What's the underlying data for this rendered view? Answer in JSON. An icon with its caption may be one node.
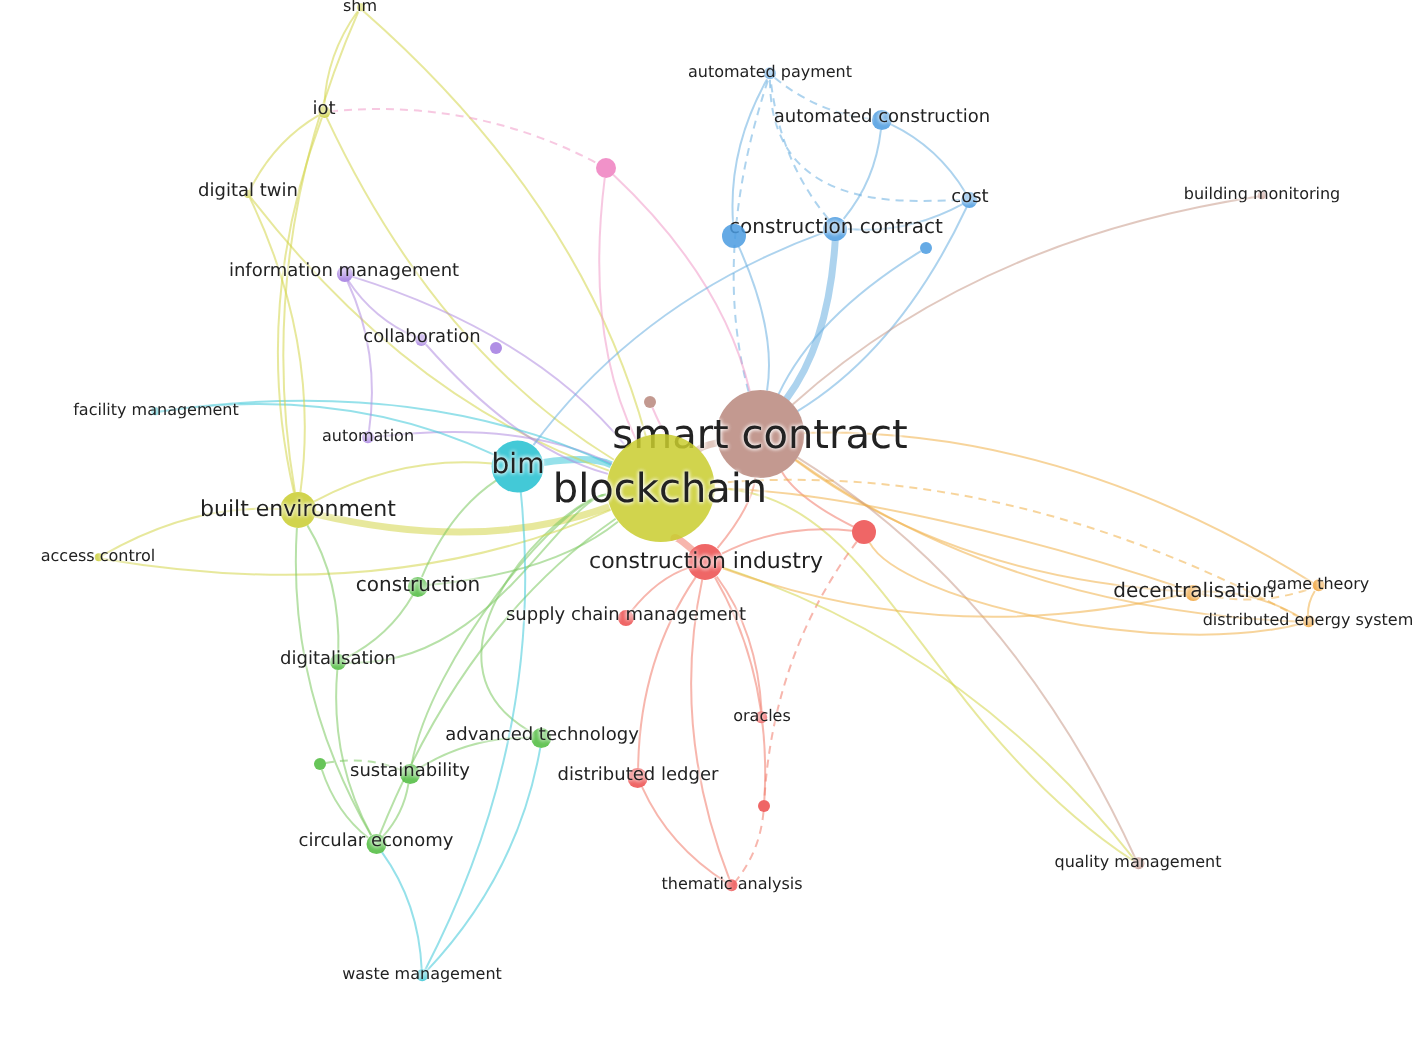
{
  "diagram": {
    "nodes": [
      {
        "text": [
          "shm"
        ]
      },
      {
        "text": [
          "iot"
        ]
      },
      {
        "text": [
          "digital twin"
        ]
      },
      {
        "text": [],
        "shape": "circle"
      },
      {
        "text": [
          "automated payment"
        ]
      },
      {
        "text": [
          "automated construction"
        ]
      },
      {
        "text": [
          "cost"
        ]
      },
      {
        "text": [
          "building monitoring"
        ]
      },
      {
        "text": [
          "information management"
        ]
      },
      {
        "text": [
          "construction contract"
        ]
      },
      {
        "text": [],
        "shape": "circle"
      },
      {
        "text": [],
        "shape": "circle"
      },
      {
        "text": [
          "collaboration"
        ]
      },
      {
        "text": [],
        "shape": "circle"
      },
      {
        "text": [
          "facility management"
        ]
      },
      {
        "text": [],
        "shape": "circle"
      },
      {
        "text": [
          "automation"
        ]
      },
      {
        "text": [
          "bim"
        ]
      },
      {
        "text": [
          "smart contract"
        ]
      },
      {
        "text": [
          "blockchain"
        ]
      },
      {
        "text": [
          "built environment"
        ]
      },
      {
        "text": [],
        "shape": "circle"
      },
      {
        "text": [
          "construction industry"
        ]
      },
      {
        "text": [
          "access control"
        ]
      },
      {
        "text": [
          "decentralisation"
        ]
      },
      {
        "text": [
          "game theory"
        ]
      },
      {
        "text": [
          "distributed energy system"
        ]
      },
      {
        "text": [
          "construction"
        ]
      },
      {
        "text": [
          "supply chain management"
        ]
      },
      {
        "text": [
          "digitalisation"
        ]
      },
      {
        "text": [
          "oracles"
        ]
      },
      {
        "text": [
          "advanced technology"
        ]
      },
      {
        "text": [],
        "shape": "circle"
      },
      {
        "text": [
          "sustainability"
        ]
      },
      {
        "text": [
          "distributed ledger"
        ]
      },
      {
        "text": [],
        "shape": "circle"
      },
      {
        "text": [
          "circular economy"
        ]
      },
      {
        "text": [
          "thematic analysis"
        ]
      },
      {
        "text": [
          "quality management"
        ]
      },
      {
        "text": [
          "waste management"
        ]
      }
    ],
    "edges": [
      {
        "from": 19,
        "to": 18,
        "arrow": "none",
        "style": "thick",
        "color": "#c89a8a"
      },
      {
        "from": 19,
        "to": 17,
        "arrow": "none",
        "style": "thick",
        "color": "#40c8d8"
      },
      {
        "from": 19,
        "to": 20,
        "arrow": "none",
        "style": "thick",
        "color": "#d4d64a"
      },
      {
        "from": 19,
        "to": 22,
        "arrow": "none",
        "style": "thick",
        "color": "#f07a6a"
      },
      {
        "from": 18,
        "to": 22,
        "arrow": "none",
        "color": "#f07a6a"
      },
      {
        "from": 18,
        "to": 9,
        "arrow": "none",
        "style": "thick",
        "color": "#6aaee0"
      },
      {
        "from": 4,
        "to": 6,
        "arrow": "none",
        "style": "dashed",
        "color": "#6aaee0"
      },
      {
        "from": 18,
        "to": 6,
        "arrow": "none",
        "color": "#6aaee0"
      },
      {
        "from": 18,
        "to": 4,
        "arrow": "none",
        "style": "dashed",
        "color": "#6aaee0"
      },
      {
        "from": 18,
        "to": 10,
        "arrow": "none",
        "color": "#6aaee0"
      },
      {
        "from": 18,
        "to": 11,
        "arrow": "none",
        "color": "#6aaee0"
      },
      {
        "from": 18,
        "to": 3,
        "arrow": "none",
        "color": "#f09ac8"
      },
      {
        "from": 18,
        "to": 7,
        "arrow": "none",
        "color": "#c89a8a"
      },
      {
        "from": 18,
        "to": 24,
        "arrow": "none",
        "color": "#f0b048"
      },
      {
        "from": 18,
        "to": 25,
        "arrow": "none",
        "color": "#f0b048"
      },
      {
        "from": 18,
        "to": 26,
        "arrow": "none",
        "color": "#f0b048"
      },
      {
        "from": 18,
        "to": 38,
        "arrow": "none",
        "color": "#c89a8a"
      },
      {
        "from": 18,
        "to": 21,
        "arrow": "none",
        "color": "#f07a6a"
      },
      {
        "from": 19,
        "to": 1,
        "arrow": "none",
        "color": "#d4d64a"
      },
      {
        "from": 19,
        "to": 0,
        "arrow": "none",
        "color": "#d4d64a"
      },
      {
        "from": 19,
        "to": 2,
        "arrow": "none",
        "color": "#d4d64a"
      },
      {
        "from": 19,
        "to": 8,
        "arrow": "none",
        "color": "#b08ce0"
      },
      {
        "from": 19,
        "to": 12,
        "arrow": "none",
        "color": "#b08ce0"
      },
      {
        "from": 19,
        "to": 16,
        "arrow": "none",
        "color": "#b08ce0"
      },
      {
        "from": 19,
        "to": 27,
        "arrow": "none",
        "color": "#7cc860"
      },
      {
        "from": 19,
        "to": 29,
        "arrow": "none",
        "color": "#7cc860"
      },
      {
        "from": 19,
        "to": 33,
        "arrow": "none",
        "color": "#7cc860"
      },
      {
        "from": 19,
        "to": 36,
        "arrow": "none",
        "color": "#7cc860"
      },
      {
        "from": 19,
        "to": 31,
        "arrow": "none",
        "color": "#7cc860"
      },
      {
        "from": 19,
        "to": 24,
        "arrow": "none",
        "color": "#f0b048"
      },
      {
        "from": 19,
        "to": 26,
        "arrow": "none",
        "style": "dashed",
        "color": "#f0b048"
      },
      {
        "from": 19,
        "to": 38,
        "arrow": "none",
        "color": "#d4d64a"
      },
      {
        "from": 19,
        "to": 3,
        "arrow": "none",
        "color": "#f09ac8"
      },
      {
        "from": 19,
        "to": 15,
        "arrow": "none",
        "color": "#f09ac8"
      },
      {
        "from": 19,
        "to": 23,
        "arrow": "none",
        "color": "#d4d64a"
      },
      {
        "from": 19,
        "to": 14,
        "arrow": "none",
        "color": "#40c8d8"
      },
      {
        "from": 36,
        "to": 39,
        "arrow": "none",
        "color": "#40c8d8"
      },
      {
        "from": 17,
        "to": 14,
        "arrow": "none",
        "color": "#40c8d8"
      },
      {
        "from": 17,
        "to": 39,
        "arrow": "none",
        "color": "#40c8d8"
      },
      {
        "from": 17,
        "to": 20,
        "arrow": "none",
        "color": "#d4d64a"
      },
      {
        "from": 17,
        "to": 9,
        "arrow": "none",
        "color": "#6aaee0"
      },
      {
        "from": 17,
        "to": 27,
        "arrow": "none",
        "color": "#7cc860"
      },
      {
        "from": 20,
        "to": 1,
        "arrow": "none",
        "color": "#d4d64a"
      },
      {
        "from": 20,
        "to": 23,
        "arrow": "none",
        "color": "#d4d64a"
      },
      {
        "from": 20,
        "to": 0,
        "arrow": "none",
        "color": "#d4d64a"
      },
      {
        "from": 20,
        "to": 2,
        "arrow": "none",
        "color": "#d4d64a"
      },
      {
        "from": 20,
        "to": 29,
        "arrow": "none",
        "color": "#7cc860"
      },
      {
        "from": 20,
        "to": 36,
        "arrow": "none",
        "color": "#7cc860"
      },
      {
        "from": 1,
        "to": 0,
        "arrow": "none",
        "color": "#d4d64a"
      },
      {
        "from": 1,
        "to": 2,
        "arrow": "none",
        "color": "#d4d64a"
      },
      {
        "from": 1,
        "to": 3,
        "arrow": "none",
        "style": "dashed",
        "color": "#f09ac8"
      },
      {
        "from": 8,
        "to": 12,
        "arrow": "none",
        "color": "#b08ce0"
      },
      {
        "from": 8,
        "to": 16,
        "arrow": "none",
        "color": "#b08ce0"
      },
      {
        "from": 9,
        "to": 5,
        "arrow": "none",
        "color": "#6aaee0"
      },
      {
        "from": 9,
        "to": 4,
        "arrow": "none",
        "style": "dashed",
        "color": "#6aaee0"
      },
      {
        "from": 9,
        "to": 6,
        "arrow": "none",
        "color": "#6aaee0"
      },
      {
        "from": 5,
        "to": 6,
        "arrow": "none",
        "color": "#6aaee0"
      },
      {
        "from": 4,
        "to": 5,
        "arrow": "none",
        "style": "dashed",
        "color": "#6aaee0"
      },
      {
        "from": 10,
        "to": 4,
        "arrow": "none",
        "color": "#6aaee0"
      },
      {
        "from": 22,
        "to": 28,
        "arrow": "none",
        "color": "#f07a6a"
      },
      {
        "from": 22,
        "to": 30,
        "arrow": "none",
        "color": "#f07a6a"
      },
      {
        "from": 22,
        "to": 34,
        "arrow": "none",
        "color": "#f07a6a"
      },
      {
        "from": 22,
        "to": 35,
        "arrow": "none",
        "color": "#f07a6a"
      },
      {
        "from": 22,
        "to": 37,
        "arrow": "none",
        "color": "#f07a6a"
      },
      {
        "from": 22,
        "to": 21,
        "arrow": "none",
        "color": "#f07a6a"
      },
      {
        "from": 34,
        "to": 37,
        "arrow": "none",
        "color": "#f07a6a"
      },
      {
        "from": 35,
        "to": 37,
        "arrow": "none",
        "style": "dashed",
        "color": "#f07a6a"
      },
      {
        "from": 21,
        "to": 35,
        "arrow": "none",
        "style": "dashed",
        "color": "#f07a6a"
      },
      {
        "from": 27,
        "to": 29,
        "arrow": "none",
        "color": "#7cc860"
      },
      {
        "from": 29,
        "to": 36,
        "arrow": "none",
        "color": "#7cc860"
      },
      {
        "from": 33,
        "to": 36,
        "arrow": "none",
        "color": "#7cc860"
      },
      {
        "from": 31,
        "to": 33,
        "arrow": "none",
        "color": "#7cc860"
      },
      {
        "from": 32,
        "to": 33,
        "arrow": "none",
        "style": "dashed",
        "color": "#7cc860"
      },
      {
        "from": 32,
        "to": 36,
        "arrow": "none",
        "color": "#7cc860"
      },
      {
        "from": 31,
        "to": 39,
        "arrow": "none",
        "color": "#40c8d8"
      },
      {
        "from": 24,
        "to": 25,
        "arrow": "none",
        "style": "dashed",
        "color": "#f0b048"
      },
      {
        "from": 24,
        "to": 26,
        "arrow": "none",
        "color": "#f0b048"
      },
      {
        "from": 25,
        "to": 26,
        "arrow": "none",
        "color": "#f0b048"
      },
      {
        "from": 22,
        "to": 38,
        "arrow": "none",
        "color": "#d4d64a"
      },
      {
        "from": 22,
        "to": 24,
        "arrow": "none",
        "color": "#f0b048"
      },
      {
        "from": 21,
        "to": 26,
        "arrow": "none",
        "color": "#f0b048"
      }
    ]
  }
}
